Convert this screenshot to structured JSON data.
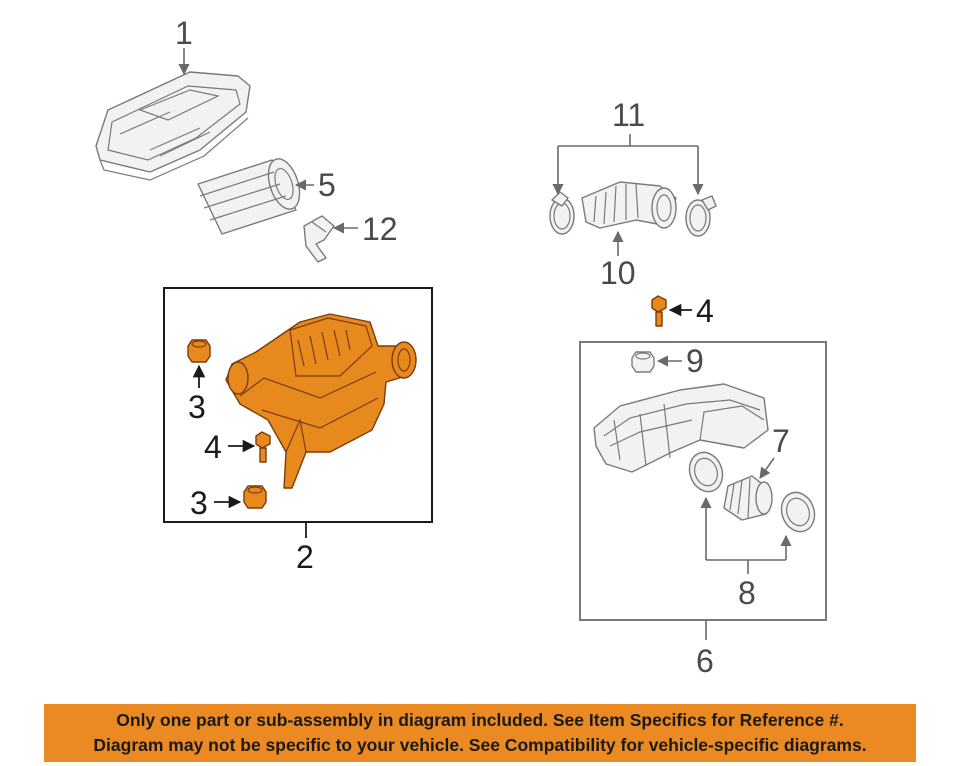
{
  "callouts": {
    "c1": "1",
    "c2": "2",
    "c3_top": "3",
    "c3_bottom": "3",
    "c4_left": "4",
    "c4_right": "4",
    "c5": "5",
    "c6": "6",
    "c7": "7",
    "c8": "8",
    "c9": "9",
    "c10": "10",
    "c11": "11",
    "c12": "12"
  },
  "highlight_color": "#e8891e",
  "banner_color": "#eb8a22",
  "disclaimer": {
    "line1": "Only one part or sub-assembly in diagram included. See Item Specifics for Reference #.",
    "line2": "Diagram may not be specific to your vehicle. See Compatibility for vehicle-specific diagrams."
  }
}
